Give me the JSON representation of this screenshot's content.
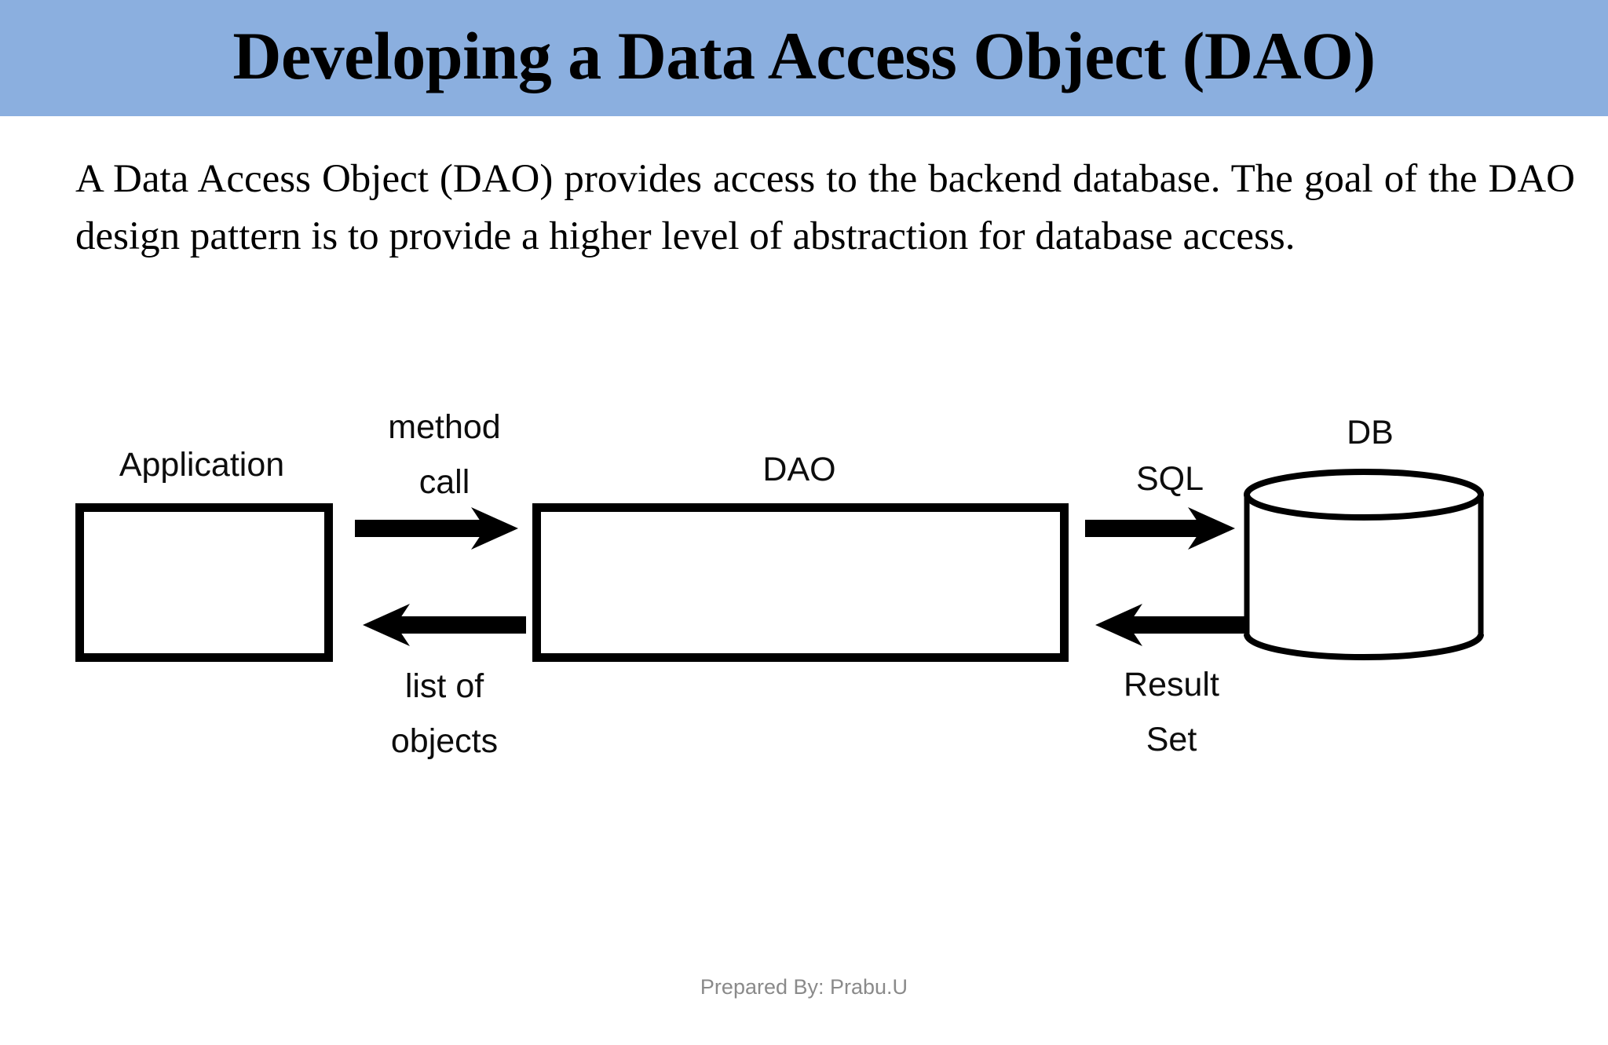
{
  "slide": {
    "title": "Developing a Data Access Object (DAO)",
    "title_band_color": "#8BAFDF",
    "background_color": "#FFFFFF",
    "body_text": "A Data Access Object (DAO) provides access to the backend database. The goal of the DAO design pattern is to provide a higher level of abstraction for database access.",
    "footer": "Prepared By: Prabu.U"
  },
  "diagram": {
    "type": "flow",
    "stroke_color": "#000000",
    "nodes": [
      {
        "id": "application",
        "label": "Application",
        "shape": "rectangle"
      },
      {
        "id": "dao",
        "label": "DAO",
        "shape": "rectangle"
      },
      {
        "id": "db",
        "label": "DB",
        "shape": "cylinder"
      }
    ],
    "edges": [
      {
        "id": "app-to-dao",
        "from": "application",
        "to": "dao",
        "direction": "right",
        "label": "method call",
        "label_line1": "method",
        "label_line2": "call"
      },
      {
        "id": "dao-to-app",
        "from": "dao",
        "to": "application",
        "direction": "left",
        "label": "list of objects",
        "label_line1": "list of",
        "label_line2": "objects"
      },
      {
        "id": "dao-to-db",
        "from": "dao",
        "to": "db",
        "direction": "right",
        "label": "SQL",
        "label_line1": "SQL",
        "label_line2": ""
      },
      {
        "id": "db-to-dao",
        "from": "db",
        "to": "dao",
        "direction": "left",
        "label": "Result Set",
        "label_line1": "Result",
        "label_line2": "Set"
      }
    ]
  }
}
